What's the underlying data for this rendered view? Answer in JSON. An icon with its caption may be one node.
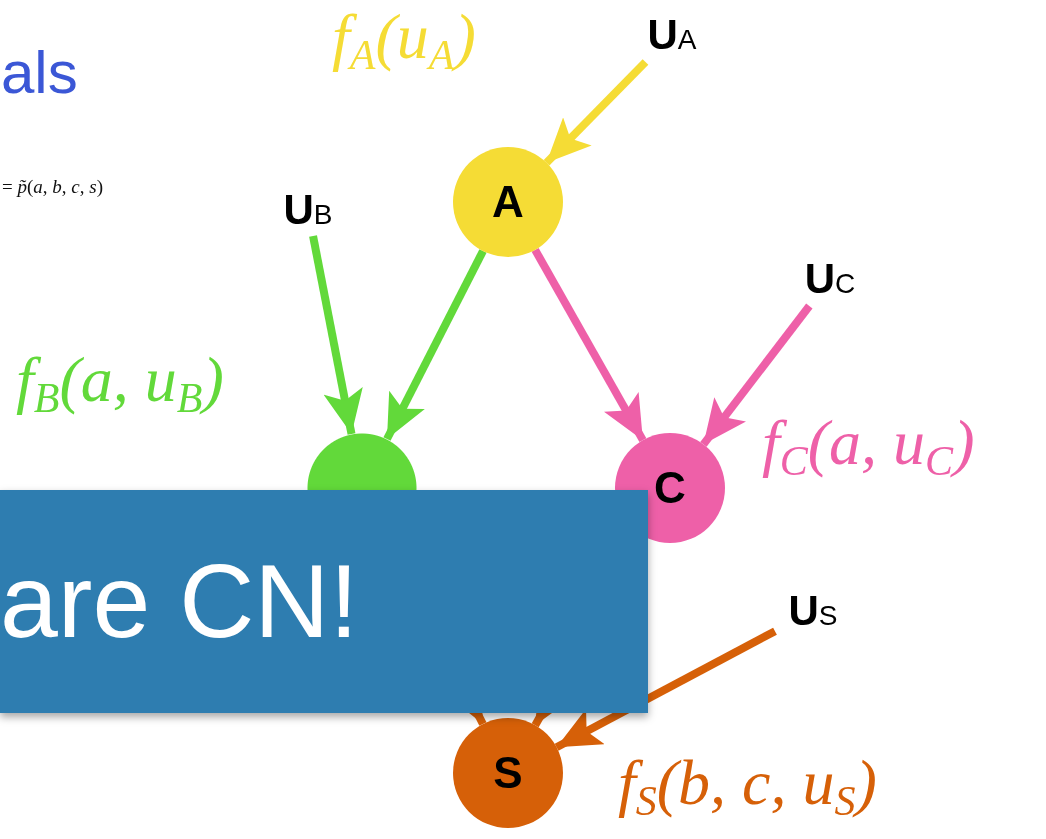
{
  "diagram": {
    "nodes": [
      {
        "text": [
          "**U**$_{A}$"
        ]
      },
      {
        "text": [
          "A"
        ],
        "beside": [
          "f$_{A}$(u$_{A}$)"
        ]
      },
      {
        "text": [
          "**U**$_{B}$"
        ]
      },
      {
        "text": [
          "**U**$_{C}$"
        ]
      },
      {
        "text": [],
        "shape": "circle",
        "beside": [
          "f$_{B}$(a, u$_{B}$)"
        ]
      },
      {
        "text": [
          "C"
        ],
        "beside": [
          "f$_{C}$(a, u$_{C}$)"
        ]
      },
      {
        "text": [
          "**U**$_{S}$"
        ]
      },
      {
        "text": [
          "S"
        ],
        "beside": [
          "f$_{S}$(b, c, u$_{S}$)"
        ]
      }
    ],
    "edges": [
      {
        "from": 0,
        "to": 1,
        "arrow": "to",
        "color": "#f5dc35"
      },
      {
        "from": 2,
        "to": 4,
        "arrow": "to",
        "color": "#62d93a"
      },
      {
        "from": 1,
        "to": 4,
        "arrow": "to",
        "color": "#62d93a"
      },
      {
        "from": 1,
        "to": 5,
        "arrow": "to",
        "color": "#ee60a8"
      },
      {
        "from": 3,
        "to": 5,
        "arrow": "to",
        "color": "#ee60a8"
      },
      {
        "from": 4,
        "to": 7,
        "arrow": "to",
        "color": "#d66008"
      },
      {
        "from": 5,
        "to": 7,
        "arrow": "to",
        "color": "#d66008"
      },
      {
        "from": 6,
        "to": 7,
        "arrow": "to",
        "color": "#d66008"
      }
    ],
    "labels": [
      "als",
      "= *p̃*(*a*, *b*, *c*, *s*)",
      "are CN!"
    ]
  }
}
